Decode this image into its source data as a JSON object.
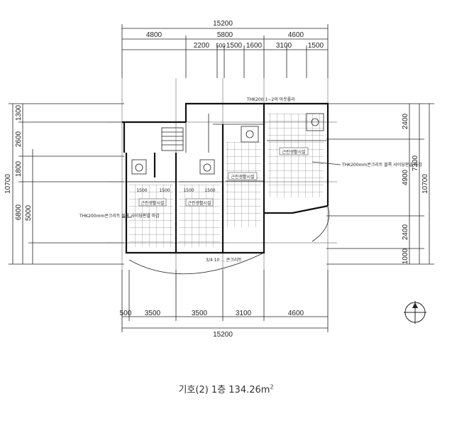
{
  "drawing": {
    "top_total": "15200",
    "top_row1": [
      "4800",
      "5800",
      "4600"
    ],
    "top_row2": [
      "2200",
      "500",
      "1500",
      "1600",
      "3100",
      "1500"
    ],
    "bottom_row": [
      "500",
      "3500",
      "3500",
      "3100",
      "4600"
    ],
    "bottom_total": "15200",
    "left_total": "10700",
    "left_row1": [
      "1300",
      "2600",
      "1800",
      "6800"
    ],
    "left_row2": [
      "5000"
    ],
    "right_total": "10700",
    "right_row1": [
      "2400",
      "7300",
      "2400",
      "1000"
    ],
    "right_row2": [
      "4900"
    ],
    "notes": {
      "roof": "THK200 1~2의 아웃풀리",
      "right_callout": "THK200mm콘크리트 블록 사이딩판넬 마감",
      "left_callout": "THK200mm콘크리트 블록 사이딩판넬 마감",
      "bottom_callout": "3/4 10 ... 콘크리트"
    },
    "rooms": {
      "room_a": "근린생활시설",
      "room_b": "근린생활시설",
      "room_c": "근린생활시설",
      "room_d": "근린생활시설"
    },
    "small_tags": [
      "1500",
      "1500",
      "1500",
      "1500"
    ]
  },
  "caption": {
    "text": "기호(2) 1층 134.26m",
    "superscript": "2"
  },
  "colors": {
    "line": "#111111",
    "background": "#ffffff"
  }
}
